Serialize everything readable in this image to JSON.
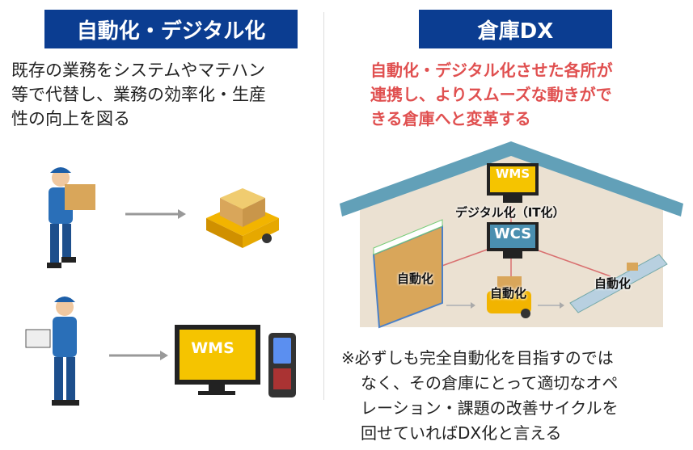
{
  "left": {
    "title": "自動化・デジタル化",
    "description": [
      "既存の業務をシステムやマテハン",
      "等で代替し、業務の効率化・生産",
      "性の向上を図る"
    ],
    "monitor_label": "WMS"
  },
  "right": {
    "title": "倉庫DX",
    "highlight": [
      "自動化・デジタル化させた各所が",
      "連携し、よりスムーズな動きがで",
      "きる倉庫へと変革する"
    ],
    "diagram": {
      "wms": "WMS",
      "wcs": "WCS",
      "digital_label": "デジタル化（IT化）",
      "auto_rack": "自動化",
      "auto_agv": "自動化",
      "auto_conveyor": "自動化"
    },
    "note": [
      "※必ずしも完全自動化を目指すのでは",
      "なく、その倉庫にとって適切なオペ",
      "レーション・課題の改善サイクルを",
      "回せていればDX化と言える"
    ]
  },
  "colors": {
    "title_bg": "#0b3d91",
    "highlight": "#e05050",
    "roof": "#62a0b8",
    "wms": "#f5c400",
    "wcs": "#4a8fb0"
  }
}
